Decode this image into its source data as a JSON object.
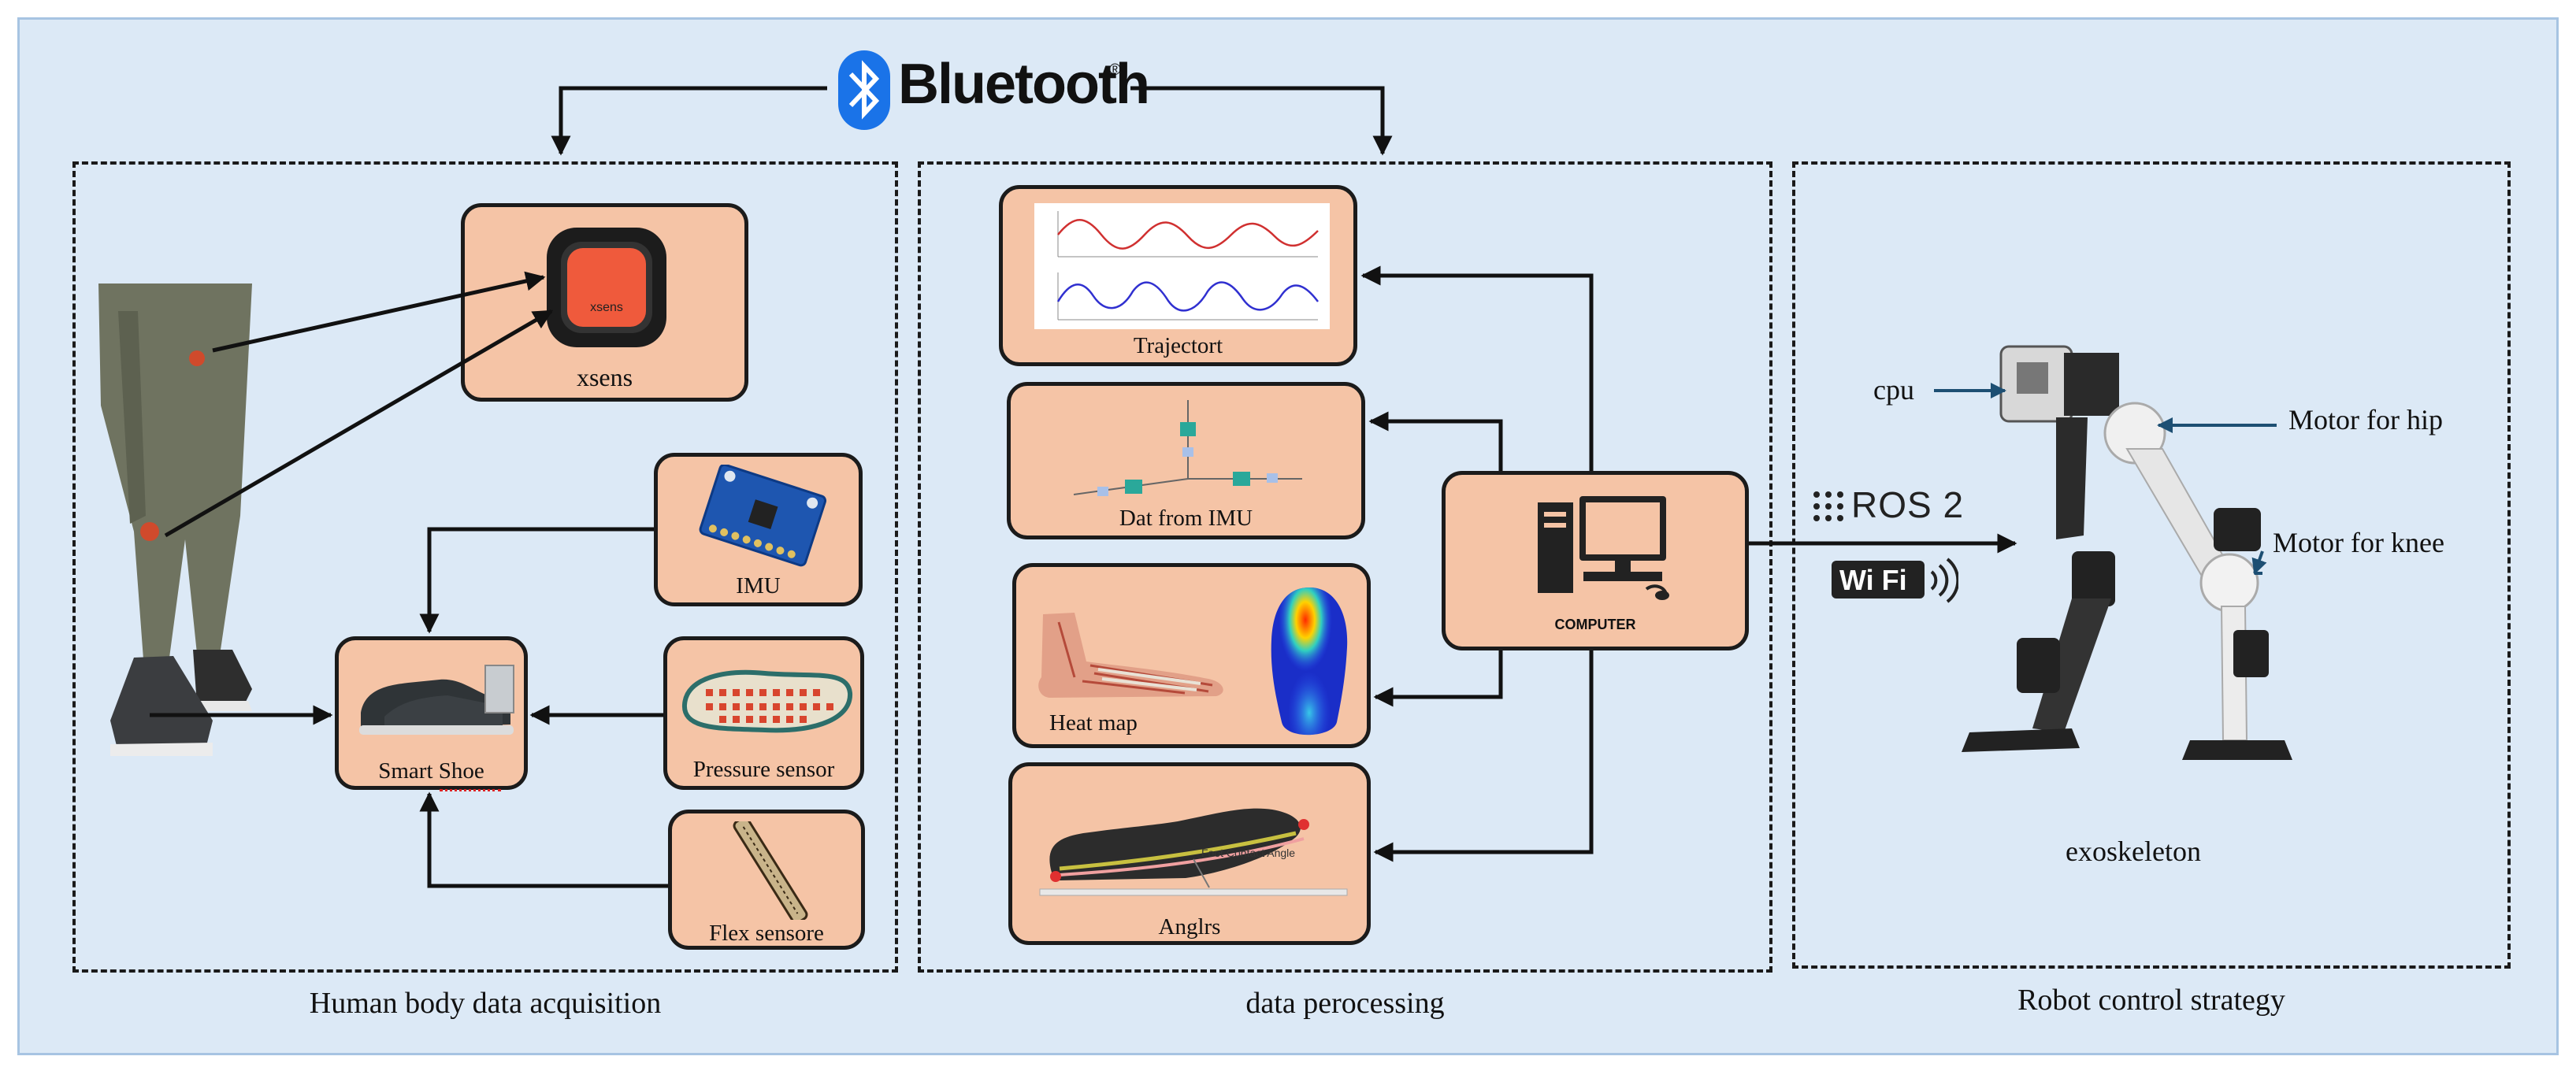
{
  "header": {
    "bluetooth_label": "Bluetooth",
    "bluetooth_mark": "®"
  },
  "sections": {
    "acquisition_label": "Human body data acquisition",
    "processing_label": "data perocessing",
    "control_label": "Robot control strategy"
  },
  "acquisition": {
    "xsens_card": "xsens",
    "xsens_device_text": "xsens",
    "imu_card": "IMU",
    "smart_shoe_card": "Smart Shoe",
    "pressure_card": "Pressure sensor",
    "flex_card": "Flex sensore"
  },
  "processing": {
    "trajectory_card": "Trajectort",
    "imu_data_card": "Dat from IMU",
    "heatmap_card": "Heat map",
    "angles_card": "Anglrs",
    "angle_annotation": "Foot Contact Angle",
    "computer_card": "COMPUTER"
  },
  "control": {
    "ros_label": "ROS 2",
    "wifi_label": "Wi Fi",
    "cpu_label": "cpu",
    "hip_label": "Motor for hip",
    "knee_label": "Motor for knee",
    "exo_label": "exoskeleton"
  },
  "colors": {
    "background": "#dce9f6",
    "card_fill": "#f5c4a6",
    "arrow_dark": "#111111",
    "arrow_blue": "#1d4f73",
    "bluetooth_blue": "#1a73e8"
  }
}
